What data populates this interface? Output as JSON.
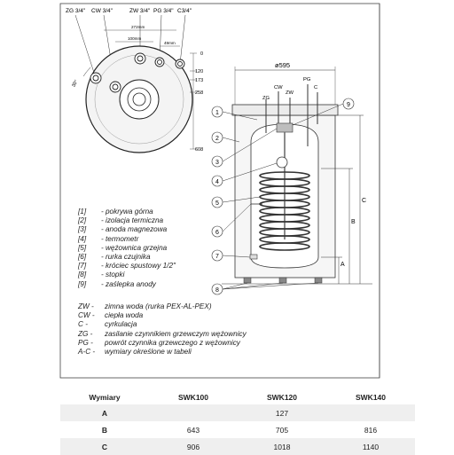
{
  "top_view": {
    "connections": [
      "ZG 3/4\"",
      "CW 3/4\"",
      "ZW 3/4\"",
      "PG 3/4\"",
      "C3/4\""
    ],
    "dims_horizontal": [
      "272mm",
      "100mm",
      "49mm"
    ],
    "dims_vertical": [
      "0",
      "120",
      "173",
      "258",
      "608"
    ],
    "angle": "30°"
  },
  "side_view": {
    "diameter": "ø595",
    "connections": [
      "ZG",
      "CW",
      "ZW",
      "PG",
      "C"
    ],
    "callouts": [
      "1",
      "2",
      "3",
      "4",
      "5",
      "6",
      "7",
      "8",
      "9"
    ],
    "dimensions": [
      "A",
      "B",
      "C"
    ]
  },
  "legend": [
    {
      "num": "[1]",
      "text": "- pokrywa górna"
    },
    {
      "num": "[2]",
      "text": "- izolacja termiczna"
    },
    {
      "num": "[3]",
      "text": "- anoda magnezowa"
    },
    {
      "num": "[4]",
      "text": "- termometr"
    },
    {
      "num": "[5]",
      "text": "- wężownica grzejna"
    },
    {
      "num": "[6]",
      "text": "- rurka czujnika"
    },
    {
      "num": "[7]",
      "text": "- króciec spustowy 1/2\""
    },
    {
      "num": "[8]",
      "text": "- stopki"
    },
    {
      "num": "[9]",
      "text": "- zaślepka anody"
    }
  ],
  "abbreviations": [
    {
      "code": "ZW -",
      "text": "zimna woda (rurka PEX-AL-PEX)"
    },
    {
      "code": "CW -",
      "text": "ciepła woda"
    },
    {
      "code": "C -",
      "text": "cyrkulacja"
    },
    {
      "code": "ZG -",
      "text": "zasilanie czynnikiem grzewczym wężownicy"
    },
    {
      "code": "PG -",
      "text": "powrót czynnika grzewczego z wężownicy"
    },
    {
      "code": "A-C -",
      "text": "wymiary określone w tabeli"
    }
  ],
  "table": {
    "headers": [
      "Wymiary",
      "SWK100",
      "SWK120",
      "SWK140"
    ],
    "rows": [
      {
        "label": "A",
        "values": [
          "",
          "127",
          ""
        ]
      },
      {
        "label": "B",
        "values": [
          "643",
          "705",
          "816"
        ]
      },
      {
        "label": "C",
        "values": [
          "906",
          "1018",
          "1140"
        ]
      }
    ]
  }
}
